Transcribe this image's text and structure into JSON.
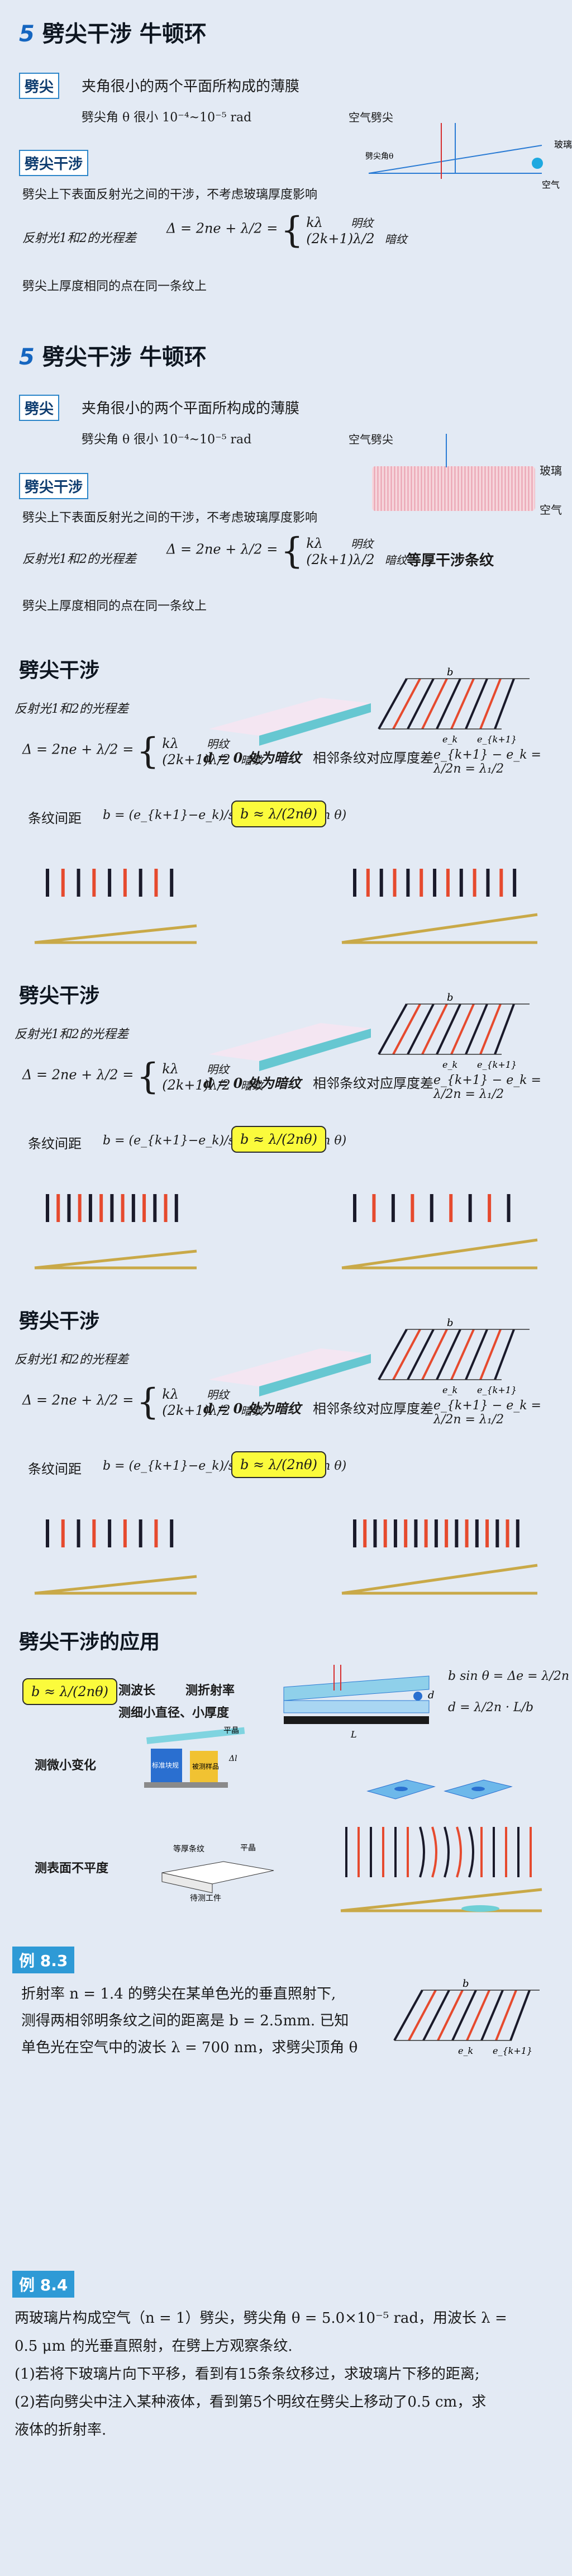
{
  "sec1": {
    "num": "5",
    "title": "劈尖干涉 牛顿环",
    "tag_wedge": "劈尖",
    "def": "夹角很小的两个平面所构成的薄膜",
    "angle_range": "劈尖角 θ 很小 10⁻⁴~10⁻⁵ rad",
    "air_wedge": "空气劈尖",
    "tag_interf": "劈尖干涉",
    "desc": "劈尖上下表面反射光之间的干涉，不考虑玻璃厚度影响",
    "path_label": "反射光1和2的光程差",
    "formula_lhs": "Δ = 2ne + λ/2 =",
    "case_bright": "kλ",
    "case_dark": "(2k+1)λ/2",
    "bright": "明纹",
    "dark": "暗纹",
    "conclusion": "劈尖上厚度相同的点在同一条纹上",
    "glass": "玻璃",
    "air": "空气",
    "wedge_angle_label": "劈尖角θ"
  },
  "sec2": {
    "num": "5",
    "title": "劈尖干涉 牛顿环",
    "tag_wedge": "劈尖",
    "def": "夹角很小的两个平面所构成的薄膜",
    "angle_range": "劈尖角 θ 很小 10⁻⁴~10⁻⁵ rad",
    "air_wedge": "空气劈尖",
    "tag_interf": "劈尖干涉",
    "desc": "劈尖上下表面反射光之间的干涉，不考虑玻璃厚度影响",
    "path_label": "反射光1和2的光程差",
    "formula_lhs": "Δ = 2ne + λ/2 =",
    "case_bright": "kλ",
    "case_dark": "(2k+1)λ/2",
    "bright": "明纹",
    "dark": "暗纹",
    "conclusion": "劈尖上厚度相同的点在同一条纹上",
    "fringe_caption": "等厚干涉条纹",
    "glass": "玻璃",
    "air": "空气"
  },
  "pblock": {
    "title": "劈尖干涉",
    "path_label": "反射光1和2的光程差",
    "formula_lhs": "Δ = 2ne + λ/2 =",
    "case_bright": "kλ",
    "case_dark": "(2k+1)λ/2",
    "bright": "明纹",
    "dark": "暗纹",
    "d0": "d = 0 处为暗纹",
    "adj": "相邻条纹对应厚度差",
    "adj_formula": "e_{k+1} − e_k = λ/2n = λ₁/2",
    "spacing": "条纹间距",
    "spacing_formula": "b = (e_{k+1}−e_k)/sin θ = λ/(2n sin θ)",
    "box": "b ≈ λ/(2nθ)",
    "b": "b",
    "ek": "e_k",
    "ek1": "e_{k+1}"
  },
  "app": {
    "title": "劈尖干涉的应用",
    "box": "b ≈ λ/(2nθ)",
    "measure_wl": "测波长",
    "measure_n": "测折射率",
    "measure_d": "测细小直径、小厚度",
    "micro": "测微小变化",
    "surface": "测表面不平度",
    "eq1": "b sin θ = Δe = λ/2n",
    "eq2": "d = λ/2n · L/b",
    "flat": "平晶",
    "standard": "标准块规",
    "sample": "被测样品",
    "equal_thick": "等厚条纹",
    "workpiece": "待测工件",
    "flat2": "平晶",
    "d_label": "d",
    "L_label": "L",
    "delta_l": "Δl"
  },
  "ex83": {
    "tag": "例 8.3",
    "line1": "折射率 n = 1.4 的劈尖在某单色光的垂直照射下,",
    "line2": "测得两相邻明条纹之间的距离是 b = 2.5mm. 已知",
    "line3": "单色光在空气中的波长 λ = 700 nm，求劈尖顶角 θ",
    "b": "b",
    "ek": "e_k",
    "ek1": "e_{k+1}"
  },
  "ex84": {
    "tag": "例 8.4",
    "line1": "两玻璃片构成空气（n = 1）劈尖，劈尖角 θ = 5.0×10⁻⁵ rad，用波长 λ =",
    "line2": "0.5 μm 的光垂直照射，在劈上方观察条纹.",
    "line3": "(1)若将下玻璃片向下平移，看到有15条条纹移过，求玻璃片下移的距离;",
    "line4": "(2)若向劈尖中注入某种液体，看到第5个明纹在劈尖上移动了0.5 cm，求",
    "line5": "液体的折射率."
  },
  "colors": {
    "accent": "#1566c0",
    "tag_border": "#2c86c9",
    "yellow": "#fbfb3c",
    "fringe_red": "#e64a2e",
    "fringe_dark": "#1a1a2a",
    "glass": "#6fd0d6",
    "wedge_line": "#c9a948"
  }
}
